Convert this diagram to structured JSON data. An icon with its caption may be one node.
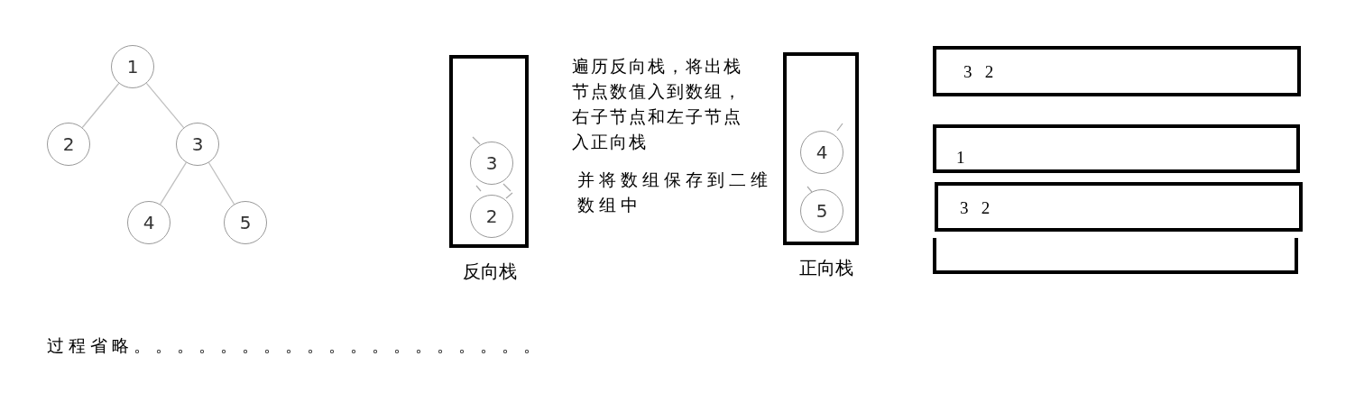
{
  "diagram": {
    "nodes": [
      {
        "text": [
          "1"
        ]
      },
      {
        "text": [
          "2"
        ]
      },
      {
        "text": [
          "3"
        ]
      },
      {
        "text": [
          "4"
        ]
      },
      {
        "text": [
          "5"
        ]
      },
      {
        "text": [
          "反向栈"
        ]
      },
      {
        "text": [
          "3"
        ],
        "in": 5
      },
      {
        "text": [
          "2"
        ],
        "in": 5
      },
      {
        "text": [
          "正向栈"
        ]
      },
      {
        "text": [
          "4"
        ],
        "in": 8
      },
      {
        "text": [
          "5"
        ],
        "in": 8
      },
      {
        "text": [
          "3 2"
        ]
      },
      {
        "text": [
          "1"
        ]
      },
      {
        "text": [
          "3 2"
        ]
      },
      {
        "text": [],
        "shape": "box"
      }
    ],
    "edges": [
      {
        "from": 0,
        "to": 1,
        "arrow": "none"
      },
      {
        "from": 0,
        "to": 2,
        "arrow": "none"
      },
      {
        "from": 2,
        "to": 3,
        "arrow": "none"
      },
      {
        "from": 2,
        "to": 4,
        "arrow": "none"
      }
    ],
    "labels": [
      "遍历反向栈，将出栈节点数值入到数组，右子节点和左子节点入正向栈",
      "并将数组保存到二维数组中",
      "过程省略。。。。。。。。。。。。。。。。。。。"
    ]
  }
}
